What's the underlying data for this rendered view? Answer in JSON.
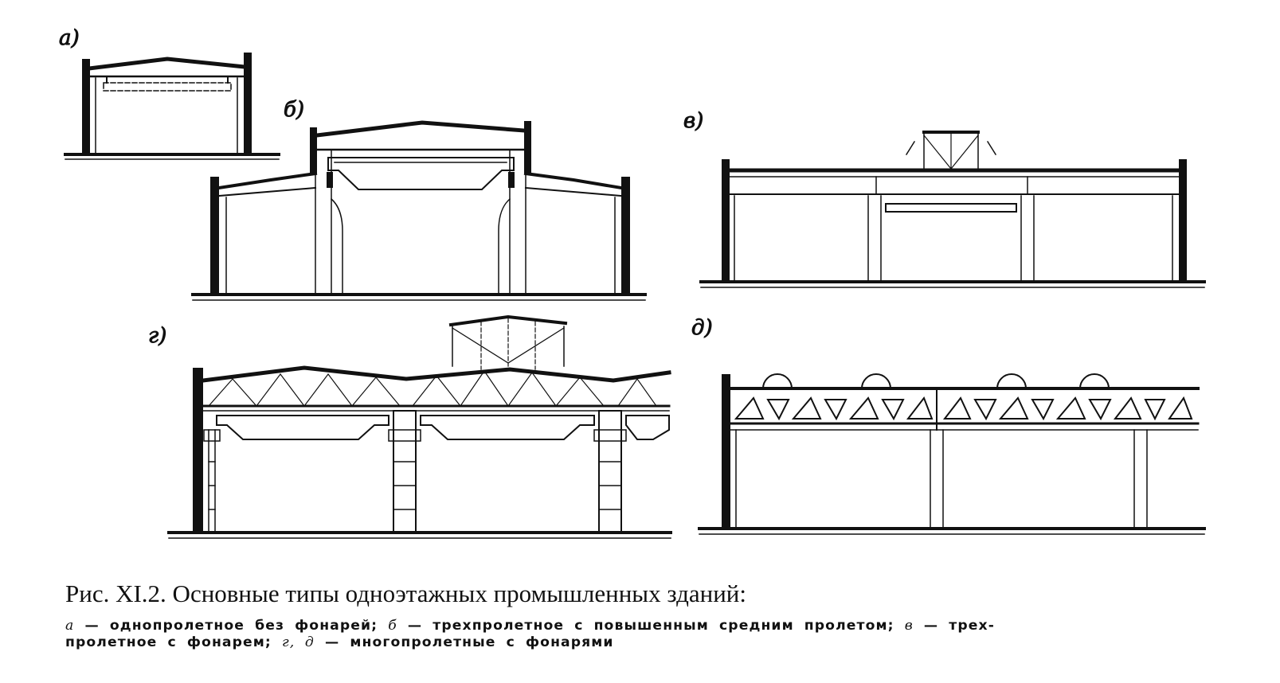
{
  "labels": {
    "a": "а)",
    "b": "б)",
    "v": "в)",
    "g": "г)",
    "d": "д)"
  },
  "caption": {
    "title": "Рис. XI.2. Основные типы одноэтажных промышленных зданий:",
    "line1_a": "а",
    "line1_a_text": " — однопролетное без фонарей; ",
    "line1_b": "б",
    "line1_b_text": " — трехпролетное с повышенным средним пролетом; ",
    "line1_v": "в",
    "line1_v_text": " — трех-",
    "line2_text": "пролетное с фонарем; ",
    "line2_gd": "г, д",
    "line2_gd_text": " — многопролетные с фонарями"
  }
}
